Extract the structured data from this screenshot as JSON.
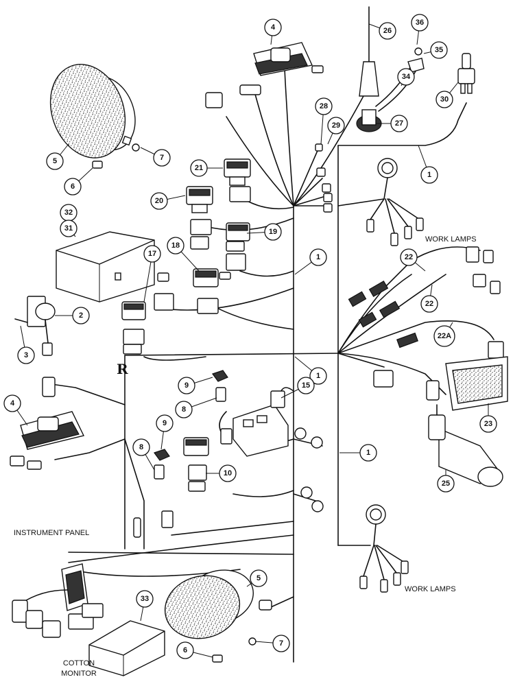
{
  "labels": {
    "work_lamps_top": "WORK LAMPS",
    "work_lamps_bottom": "WORK LAMPS",
    "instrument_panel": "INSTRUMENT PANEL",
    "cotton_monitor_line1": "COTTON",
    "cotton_monitor_line2": "MONITOR",
    "harness_marker": "R"
  },
  "callouts": [
    {
      "id": "c4a",
      "num": "4"
    },
    {
      "id": "c26",
      "num": "26"
    },
    {
      "id": "c36",
      "num": "36"
    },
    {
      "id": "c35",
      "num": "35"
    },
    {
      "id": "c34",
      "num": "34"
    },
    {
      "id": "c30",
      "num": "30"
    },
    {
      "id": "c28",
      "num": "28"
    },
    {
      "id": "c29",
      "num": "29"
    },
    {
      "id": "c27",
      "num": "27"
    },
    {
      "id": "c5a",
      "num": "5"
    },
    {
      "id": "c7a",
      "num": "7"
    },
    {
      "id": "c6a",
      "num": "6"
    },
    {
      "id": "c21",
      "num": "21"
    },
    {
      "id": "c1a",
      "num": "1"
    },
    {
      "id": "c20",
      "num": "20"
    },
    {
      "id": "c32",
      "num": "32"
    },
    {
      "id": "c31",
      "num": "31"
    },
    {
      "id": "c19",
      "num": "19"
    },
    {
      "id": "c1b",
      "num": "1"
    },
    {
      "id": "c18",
      "num": "18"
    },
    {
      "id": "c17",
      "num": "17"
    },
    {
      "id": "c22a",
      "num": "22"
    },
    {
      "id": "c22b",
      "num": "22"
    },
    {
      "id": "c22A",
      "num": "22A"
    },
    {
      "id": "c2",
      "num": "2"
    },
    {
      "id": "c3",
      "num": "3"
    },
    {
      "id": "c1c",
      "num": "1"
    },
    {
      "id": "c15",
      "num": "15"
    },
    {
      "id": "c9a",
      "num": "9"
    },
    {
      "id": "c8a",
      "num": "8"
    },
    {
      "id": "c4b",
      "num": "4"
    },
    {
      "id": "c9b",
      "num": "9"
    },
    {
      "id": "c8b",
      "num": "8"
    },
    {
      "id": "c10",
      "num": "10"
    },
    {
      "id": "c1d",
      "num": "1"
    },
    {
      "id": "c23",
      "num": "23"
    },
    {
      "id": "c25",
      "num": "25"
    },
    {
      "id": "c5b",
      "num": "5"
    },
    {
      "id": "c33",
      "num": "33"
    },
    {
      "id": "c7b",
      "num": "7"
    },
    {
      "id": "c6b",
      "num": "6"
    }
  ]
}
